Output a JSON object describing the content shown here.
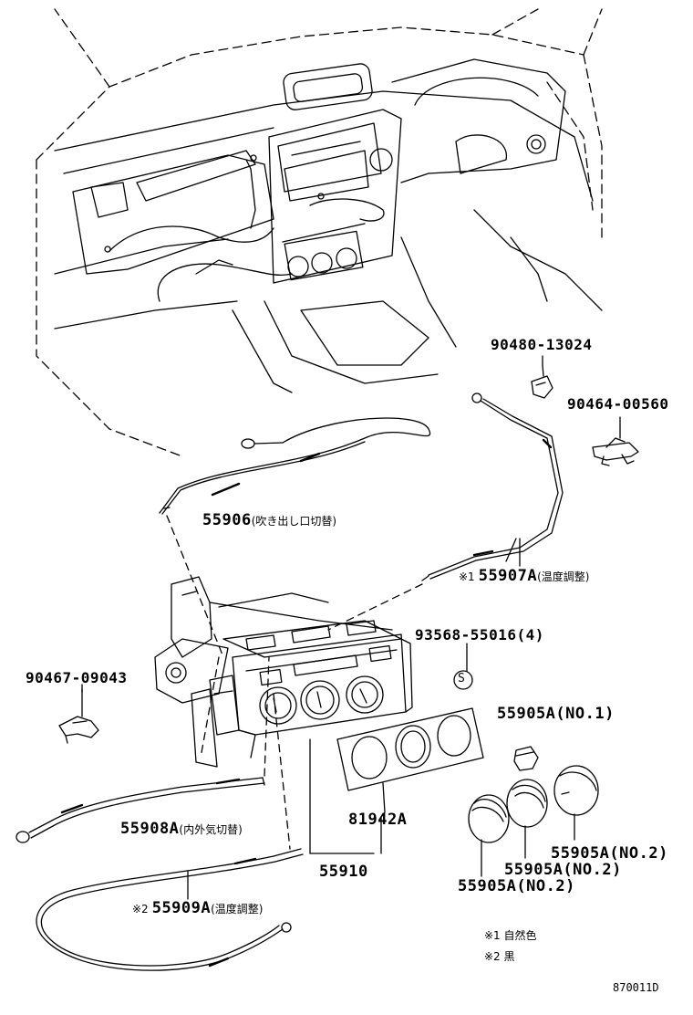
{
  "parts": {
    "p90480": "90480-13024",
    "p90464": "90464-00560",
    "p55906": "55906",
    "p55906_note": "(吹き出し口切替)",
    "p55907_mark": "※1",
    "p55907": "55907A",
    "p55907_note": "(温度調整)",
    "p93568": "93568-55016(4)",
    "s_mark": "S",
    "p90467": "90467-09043",
    "p55905_1": "55905A(NO.1)",
    "p55908": "55908A",
    "p55908_note": "(内外気切替)",
    "p81942": "81942A",
    "p55905_2a": "55905A(NO.2)",
    "p55905_2b": "55905A(NO.2)",
    "p55905_2c": "55905A(NO.2)",
    "p55910": "55910",
    "p55909_mark": "※2",
    "p55909": "55909A",
    "p55909_note": "(温度調整)"
  },
  "legend": {
    "note1": "※1 自然色",
    "note2": "※2 黒"
  },
  "figure_code": "870011D"
}
